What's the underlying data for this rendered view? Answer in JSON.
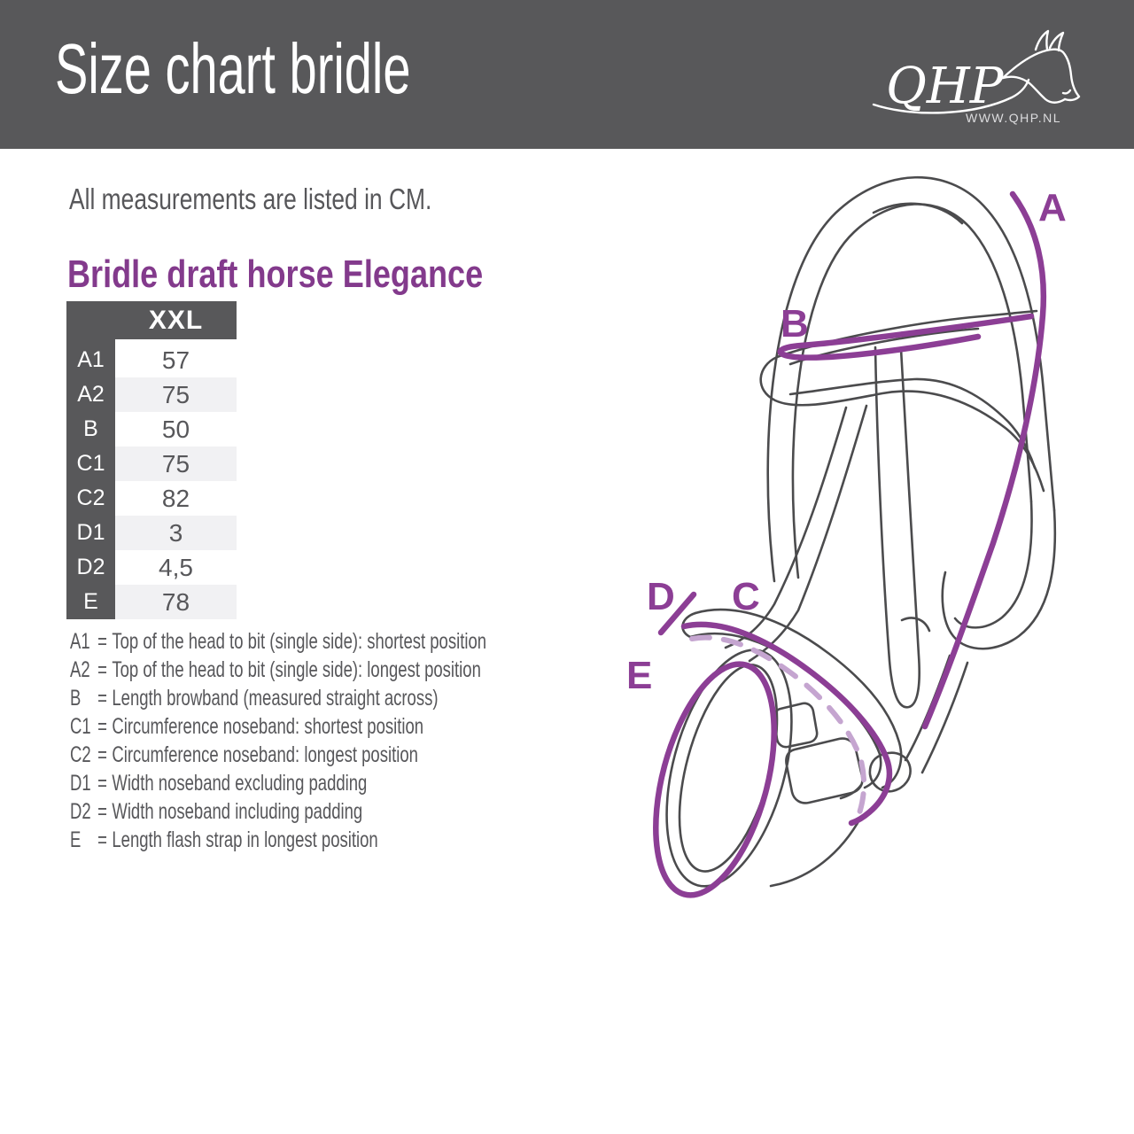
{
  "banner": {
    "title": "Size chart bridle",
    "logo": {
      "text": "QHP",
      "url": "WWW.QHP.NL"
    }
  },
  "note": "All measurements are listed in CM.",
  "section": {
    "heading": "Bridle draft horse Elegance"
  },
  "table": {
    "size_header": "XXL",
    "rows": [
      {
        "label": "A1",
        "value": "57"
      },
      {
        "label": "A2",
        "value": "75"
      },
      {
        "label": "B",
        "value": "50"
      },
      {
        "label": "C1",
        "value": "75"
      },
      {
        "label": "C2",
        "value": "82"
      },
      {
        "label": "D1",
        "value": "3"
      },
      {
        "label": "D2",
        "value": "4,5"
      },
      {
        "label": "E",
        "value": "78"
      }
    ]
  },
  "legend": {
    "separator": "=",
    "items": [
      {
        "label": "A1",
        "text": "Top of the head to bit (single side): shortest position"
      },
      {
        "label": "A2",
        "text": "Top of the head to bit (single side): longest position"
      },
      {
        "label": "B",
        "text": "Length browband (measured straight across)"
      },
      {
        "label": "C1",
        "text": "Circumference noseband: shortest position"
      },
      {
        "label": "C2",
        "text": "Circumference noseband: longest position"
      },
      {
        "label": "D1",
        "text": "Width noseband excluding padding"
      },
      {
        "label": "D2",
        "text": "Width noseband including padding"
      },
      {
        "label": "E",
        "text": "Length flash strap in longest position"
      }
    ]
  },
  "diagram": {
    "labels": {
      "a": "A",
      "b": "B",
      "c": "C",
      "d": "D",
      "e": "E"
    }
  },
  "colors": {
    "banner_bg": "#58585a",
    "text_gray": "#57575a",
    "purple_heading": "#833a8c",
    "purple_line": "#8c3e95",
    "purple_light_dash": "#c5a5d0",
    "drawing_gray": "#4b4b4d",
    "row_alt": "#f1f1f3",
    "white": "#ffffff"
  }
}
